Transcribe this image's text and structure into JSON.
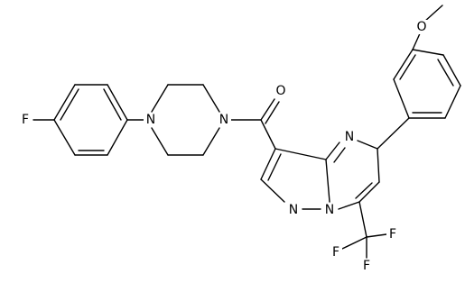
{
  "molecule": {
    "atoms": {
      "F1": "F",
      "N1": "N",
      "N2": "N",
      "O1": "O",
      "N3": "N",
      "N4": "N",
      "N5": "N",
      "O2": "O",
      "F2": "F",
      "F3": "F",
      "F4": "F"
    },
    "colors": {
      "bond": "#000000",
      "label": "#000000",
      "background": "#ffffff"
    }
  }
}
